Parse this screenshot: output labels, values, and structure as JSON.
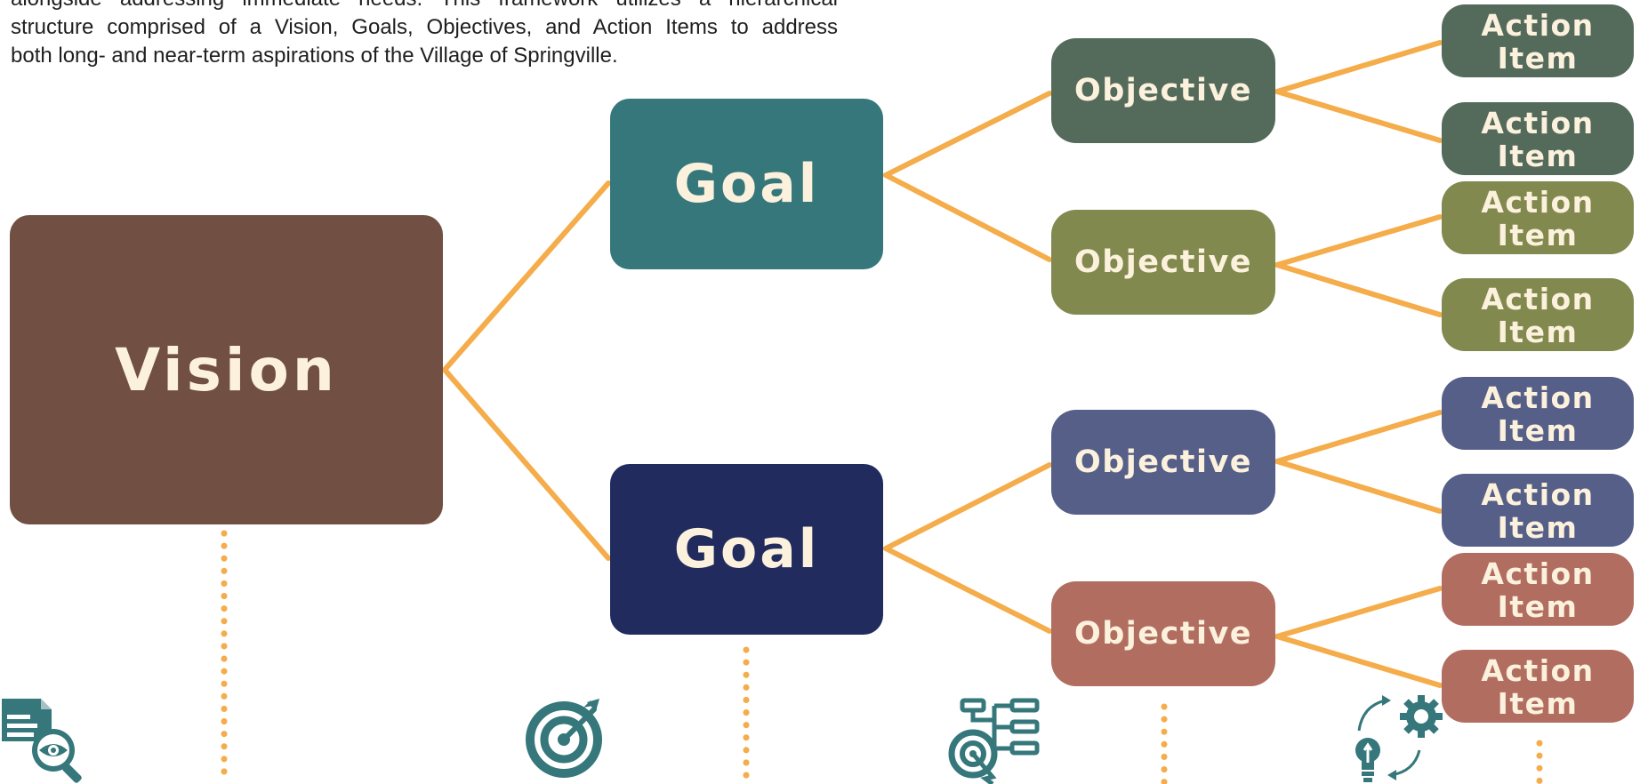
{
  "intro": {
    "lines": [
      "alongside addressing immediate needs. This framework utilizes a hierarchical",
      "structure comprised of a Vision, Goals, Objectives, and Action Items to address",
      "both long- and near-term aspirations of the Village of Springville."
    ]
  },
  "diagram": {
    "vision_label": "Vision",
    "goal_label": "Goal",
    "objective_label": "Objective",
    "action_item_label": "Action\nItem"
  },
  "colors": {
    "connector": "#f5ac4a",
    "vision": "#714f43",
    "goal_1": "#35777a",
    "goal_2": "#212b5e",
    "branch_1": "#546b5c",
    "branch_2": "#81894f",
    "branch_3": "#565f88",
    "branch_4": "#b16d60",
    "text": "#fbf1dc",
    "icon": "#35777a"
  },
  "icons": [
    "document-search-icon",
    "target-icon",
    "hierarchy-target-icon",
    "idea-gear-cycle-icon"
  ]
}
